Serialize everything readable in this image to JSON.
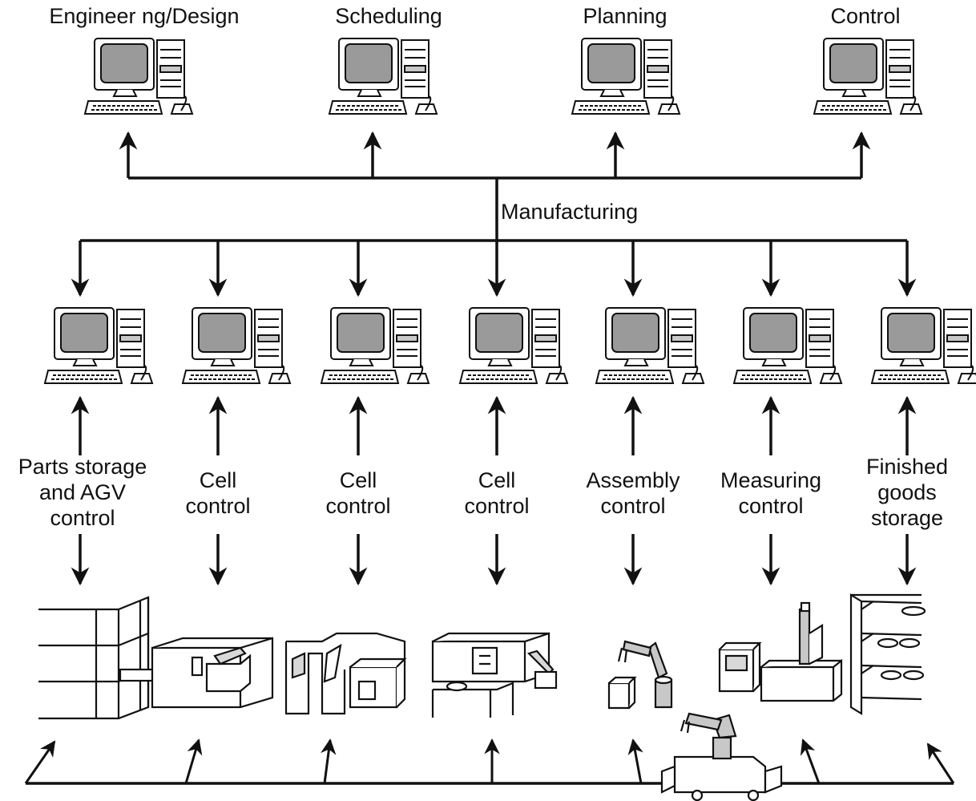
{
  "top_nodes": [
    {
      "label": "Engineer ng/Design",
      "icon": "computer-workstation-icon"
    },
    {
      "label": "Scheduling",
      "icon": "computer-workstation-icon"
    },
    {
      "label": "Planning",
      "icon": "computer-workstation-icon"
    },
    {
      "label": "Control",
      "icon": "computer-workstation-icon"
    }
  ],
  "hub_label": "Manufacturing",
  "control_nodes": [
    {
      "label": "Parts storage\nand AGV\ncontrol",
      "equipment": "storage-rack-and-agv-icon"
    },
    {
      "label": "Cell\ncontrol",
      "equipment": "machining-cell-icon"
    },
    {
      "label": "Cell\ncontrol",
      "equipment": "machining-cell-icon"
    },
    {
      "label": "Cell\ncontrol",
      "equipment": "machining-cell-icon"
    },
    {
      "label": "Assembly\ncontrol",
      "equipment": "assembly-robot-icon"
    },
    {
      "label": "Measuring\ncontrol",
      "equipment": "measuring-machine-icon"
    },
    {
      "label": "Finished\ngoods\nstorage",
      "equipment": "finished-goods-rack-icon"
    }
  ],
  "bottom_transport": {
    "icon": "agv-robot-icon"
  },
  "colors": {
    "line": "#111111",
    "screen": "#9a9a9a",
    "body": "#ffffff",
    "shade": "#c8c8c8"
  }
}
